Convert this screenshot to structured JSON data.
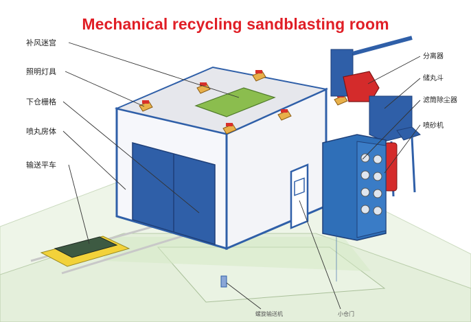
{
  "title": "Mechanical recycling sandblasting room",
  "labels_left": [
    "补风迷宫",
    "照明灯具",
    "下仓栅格",
    "喷丸房体",
    "输送平车"
  ],
  "labels_right": [
    "分离器",
    "储丸斗",
    "滤筒除尘器",
    "喷砂机"
  ],
  "labels_bottom": [
    "螺旋输送机",
    "小仓门"
  ],
  "colors": {
    "title": "#e01e26",
    "room_frame": "#2f5fa8",
    "wall": "#f2f3f7",
    "door": "#2f5fa8",
    "roof_panel": "#8bbd4e",
    "lamp": "#e8b04a",
    "separator": "#d42b2b",
    "ground": "#e9f2e2",
    "cart": "#f2d23a"
  }
}
